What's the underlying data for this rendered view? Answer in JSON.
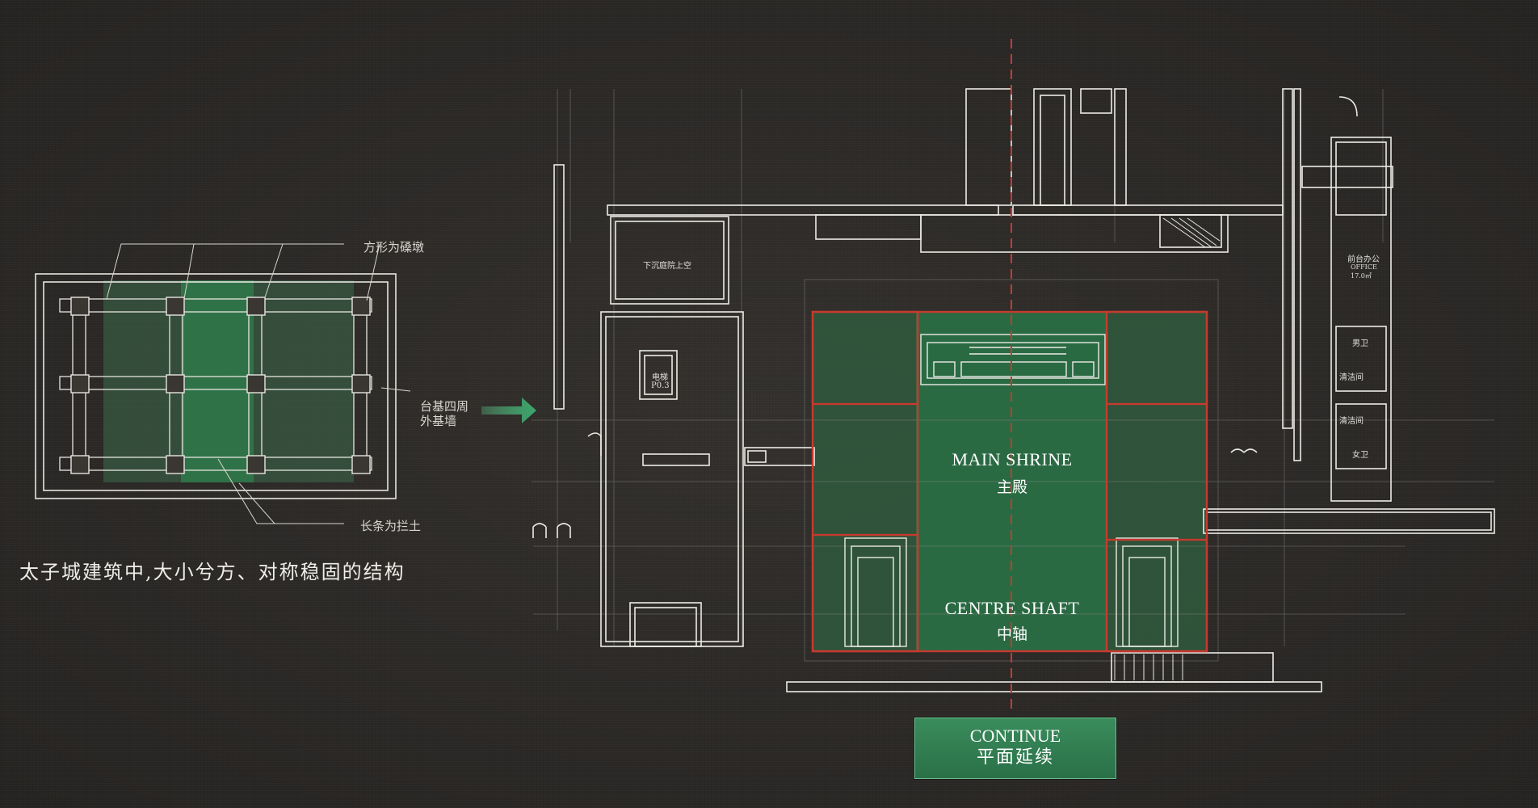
{
  "left_diagram": {
    "labels": {
      "square_pier": "方形为磉墩",
      "outer_wall": "台基四周\n外基墙",
      "long_strip": "长条为拦土"
    },
    "caption": "太子城建筑中,大小兮方、对称稳固的结构"
  },
  "floor_plan": {
    "rooms": {
      "sunken_court": "下沉庭院上空",
      "elevator": "电梯",
      "elevator_code": "P0.3",
      "front_desk_line1": "前台办公",
      "front_desk_line2": "OFFICE",
      "front_desk_line3": "17.0㎡",
      "mens_wc": "男卫",
      "cleaning_1": "清洁间",
      "cleaning_2": "清洁间",
      "womens_wc": "女卫"
    },
    "zones": {
      "main_shrine_en": "MAIN SHRINE",
      "main_shrine_cn": "主殿",
      "centre_shaft_en": "CENTRE SHAFT",
      "centre_shaft_cn": "中轴"
    }
  },
  "continue_button": {
    "label_en": "CONTINUE",
    "label_cn": "平面延续"
  },
  "colors": {
    "background": "#2b2927",
    "line": "#e8e6e1",
    "green_fill": "#2e6b44",
    "red_outline": "#c63a2e",
    "axis_red": "#c63a2e",
    "arrow_green": "#3aa66a",
    "button_green": "#2e7a4e"
  }
}
